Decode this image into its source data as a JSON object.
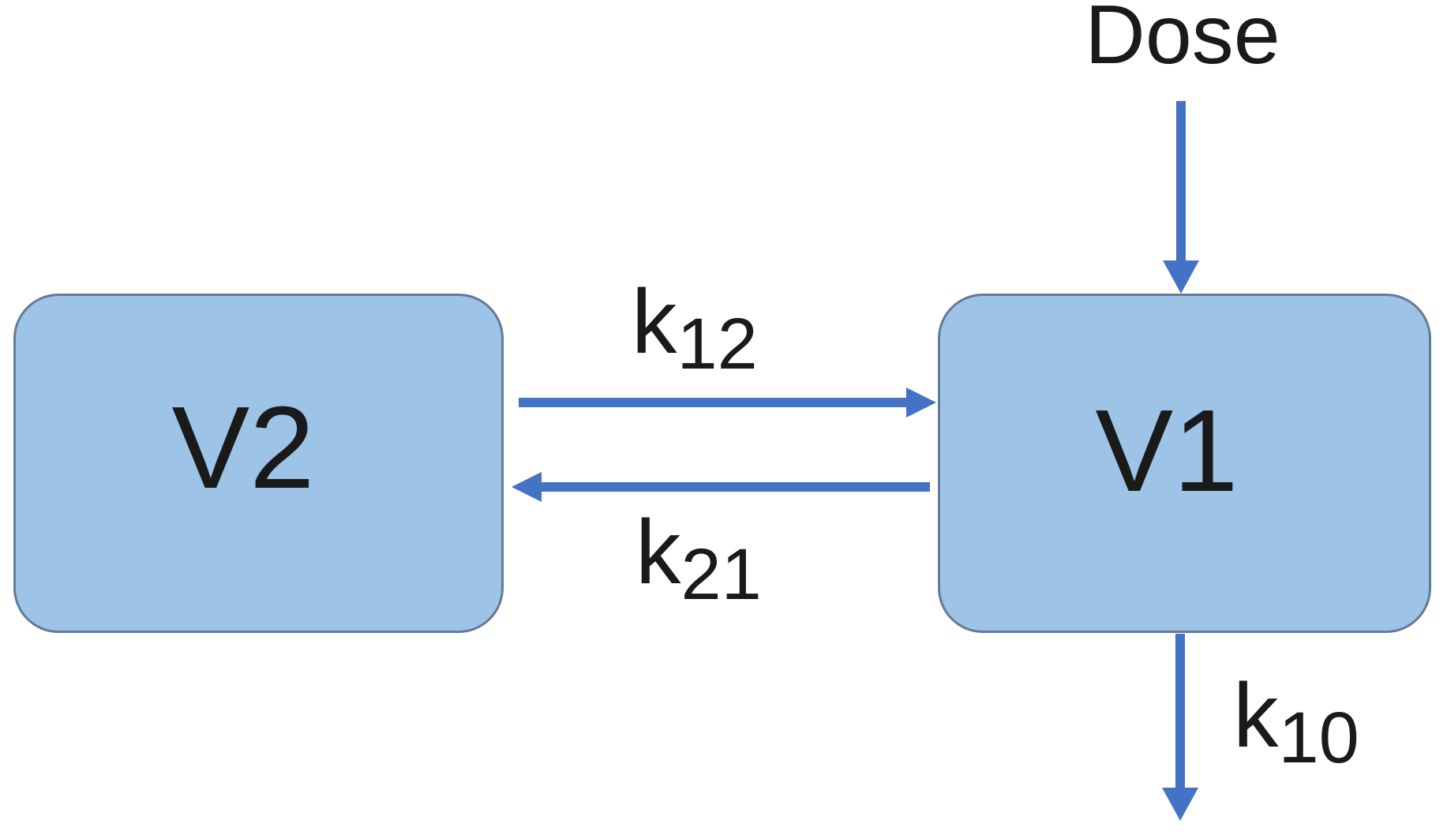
{
  "figure": {
    "description": "Two-compartment pharmacokinetic model diagram",
    "dose_label": "Dose",
    "compartments": [
      {
        "id": "V2",
        "label": "V2"
      },
      {
        "id": "V1",
        "label": "V1"
      }
    ],
    "rate_constants": [
      {
        "id": "k12",
        "base": "k",
        "sub": "12",
        "from": "V2",
        "to": "V1"
      },
      {
        "id": "k21",
        "base": "k",
        "sub": "21",
        "from": "V1",
        "to": "V2"
      },
      {
        "id": "k10",
        "base": "k",
        "sub": "10",
        "from": "V1",
        "to": "elimination"
      }
    ],
    "arrows": [
      {
        "id": "dose-arrow",
        "direction": "down",
        "into": "V1"
      },
      {
        "id": "k12-arrow",
        "direction": "right",
        "from": "V2",
        "to": "V1"
      },
      {
        "id": "k21-arrow",
        "direction": "left",
        "from": "V1",
        "to": "V2"
      },
      {
        "id": "k10-arrow",
        "direction": "down",
        "from": "V1"
      }
    ],
    "colors": {
      "compartment_fill": "#9dc3e6",
      "compartment_border": "#64799a",
      "arrow": "#4472c4",
      "text": "#1a1a1a",
      "background": "#ffffff"
    }
  }
}
